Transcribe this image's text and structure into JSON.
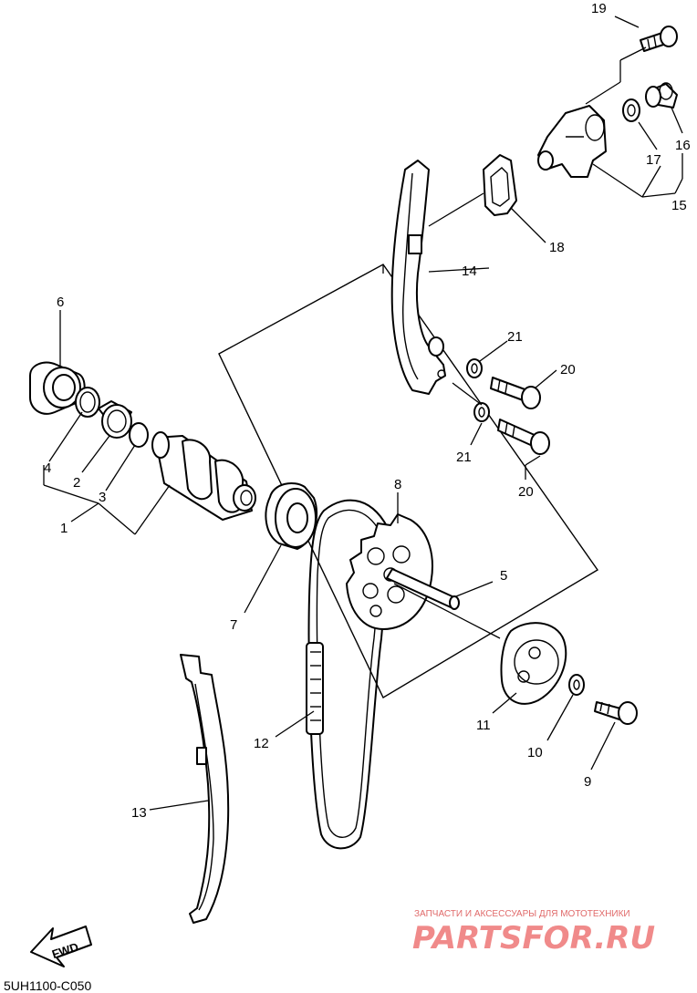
{
  "callouts": {
    "c1": "1",
    "c2": "2",
    "c3": "3",
    "c4": "4",
    "c5": "5",
    "c6": "6",
    "c7": "7",
    "c8": "8",
    "c9": "9",
    "c10": "10",
    "c11": "11",
    "c12": "12",
    "c13": "13",
    "c14": "14",
    "c15": "15",
    "c16": "16",
    "c17": "17",
    "c18": "18",
    "c19": "19",
    "c20a": "20",
    "c20b": "20",
    "c21a": "21",
    "c21b": "21"
  },
  "fwd_label": "FWD",
  "diagram_code": "5UH1100-C050",
  "watermark": {
    "tagline": "ЗАПЧАСТИ И АКСЕССУАРЫ ДЛЯ МОТОТЕХНИКИ",
    "logo": "PARTSFOR.RU",
    "color": "#e06a6a"
  }
}
